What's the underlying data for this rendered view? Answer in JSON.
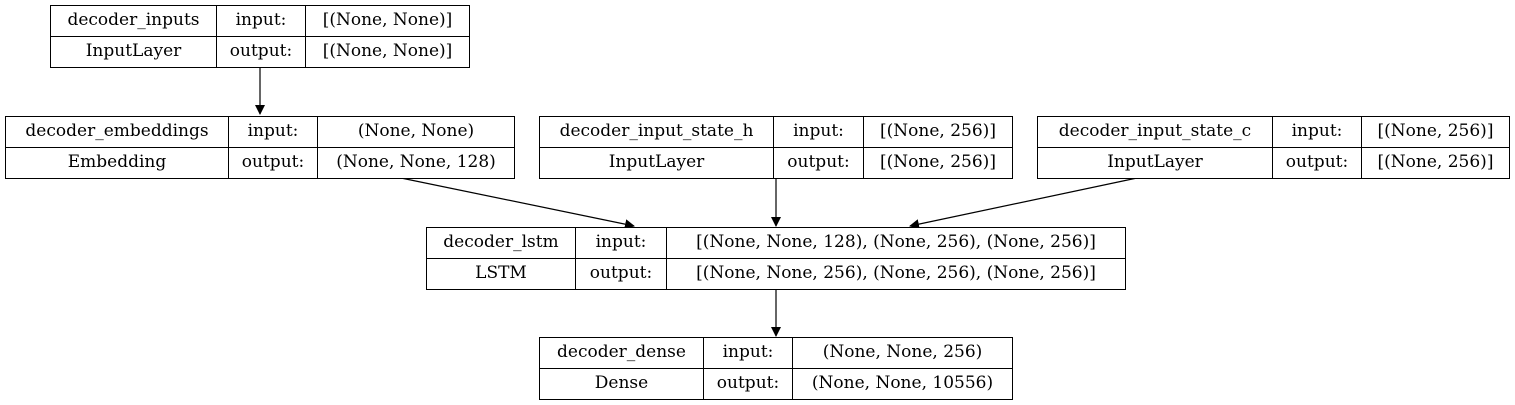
{
  "diagram": {
    "nodes": [
      {
        "id": "decoder_inputs",
        "name": "decoder_inputs",
        "type": "InputLayer",
        "input_label": "input:",
        "output_label": "output:",
        "input_shape": "[(None, None)]",
        "output_shape": "[(None, None)]"
      },
      {
        "id": "decoder_embeddings",
        "name": "decoder_embeddings",
        "type": "Embedding",
        "input_label": "input:",
        "output_label": "output:",
        "input_shape": "(None, None)",
        "output_shape": "(None, None, 128)"
      },
      {
        "id": "decoder_input_state_h",
        "name": "decoder_input_state_h",
        "type": "InputLayer",
        "input_label": "input:",
        "output_label": "output:",
        "input_shape": "[(None, 256)]",
        "output_shape": "[(None, 256)]"
      },
      {
        "id": "decoder_input_state_c",
        "name": "decoder_input_state_c",
        "type": "InputLayer",
        "input_label": "input:",
        "output_label": "output:",
        "input_shape": "[(None, 256)]",
        "output_shape": "[(None, 256)]"
      },
      {
        "id": "decoder_lstm",
        "name": "decoder_lstm",
        "type": "LSTM",
        "input_label": "input:",
        "output_label": "output:",
        "input_shape": "[(None, None, 128), (None, 256), (None, 256)]",
        "output_shape": "[(None, None, 256), (None, 256), (None, 256)]"
      },
      {
        "id": "decoder_dense",
        "name": "decoder_dense",
        "type": "Dense",
        "input_label": "input:",
        "output_label": "output:",
        "input_shape": "(None, None, 256)",
        "output_shape": "(None, None, 10556)"
      }
    ],
    "edges": [
      {
        "from": "decoder_inputs",
        "to": "decoder_embeddings"
      },
      {
        "from": "decoder_embeddings",
        "to": "decoder_lstm"
      },
      {
        "from": "decoder_input_state_h",
        "to": "decoder_lstm"
      },
      {
        "from": "decoder_input_state_c",
        "to": "decoder_lstm"
      },
      {
        "from": "decoder_lstm",
        "to": "decoder_dense"
      }
    ]
  }
}
